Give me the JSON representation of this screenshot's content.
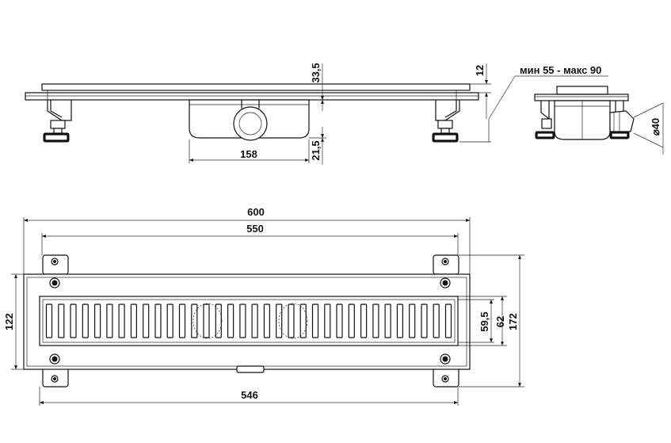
{
  "top_view": {
    "dim_158": "158",
    "dim_33_5": "33,5",
    "dim_21_5": "21,5",
    "dim_12": "12",
    "depth_range": "мин 55 - макс 90",
    "outlet_dia": "⌀40"
  },
  "plan_view": {
    "dim_600": "600",
    "dim_550": "550",
    "dim_546": "546",
    "dim_122": "122",
    "dim_172": "172",
    "dim_62": "62",
    "dim_59_5": "59,5"
  },
  "grate": {
    "slot_count": 34
  }
}
